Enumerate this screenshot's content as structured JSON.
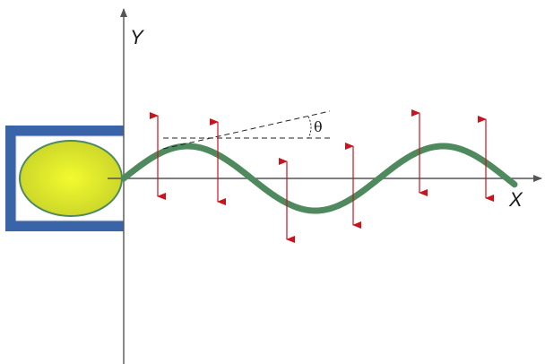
{
  "diagram": {
    "labels": {
      "y_axis": "Y",
      "x_axis": "X",
      "angle": "θ"
    },
    "colors": {
      "axis": "#555555",
      "axis_label": "#1a1a1a",
      "wave": "#4f8a5f",
      "arrow": "#c9141e",
      "frame": "#3a64a8",
      "ellipse_center": "#f2fb2e",
      "ellipse_edge": "#c9d42a",
      "ellipse_stroke": "#4f8a5f",
      "dash": "#222222"
    },
    "icons": {
      "source": "ellipse-in-bracket",
      "arrows": "double-headed-vertical-arrow"
    }
  }
}
